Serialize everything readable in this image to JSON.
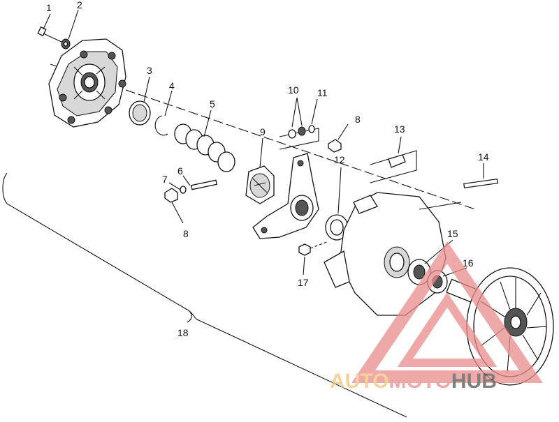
{
  "labels": {
    "l1": "1",
    "l2": "2",
    "l3": "3",
    "l4": "4",
    "l5": "5",
    "l6": "6",
    "l7": "7",
    "l8a": "8",
    "l8b": "8",
    "l9": "9",
    "l10": "10",
    "l11": "11",
    "l12": "12",
    "l13": "13",
    "l14": "14",
    "l15": "15",
    "l16": "16",
    "l17": "17",
    "l18": "18"
  },
  "watermark": {
    "part1": "AUTO",
    "part2": "MOTO",
    "part3": "HUB",
    "color_primary": "#f2c47a",
    "color_secondary": "#e98c8c",
    "color_dark": "#555555"
  }
}
